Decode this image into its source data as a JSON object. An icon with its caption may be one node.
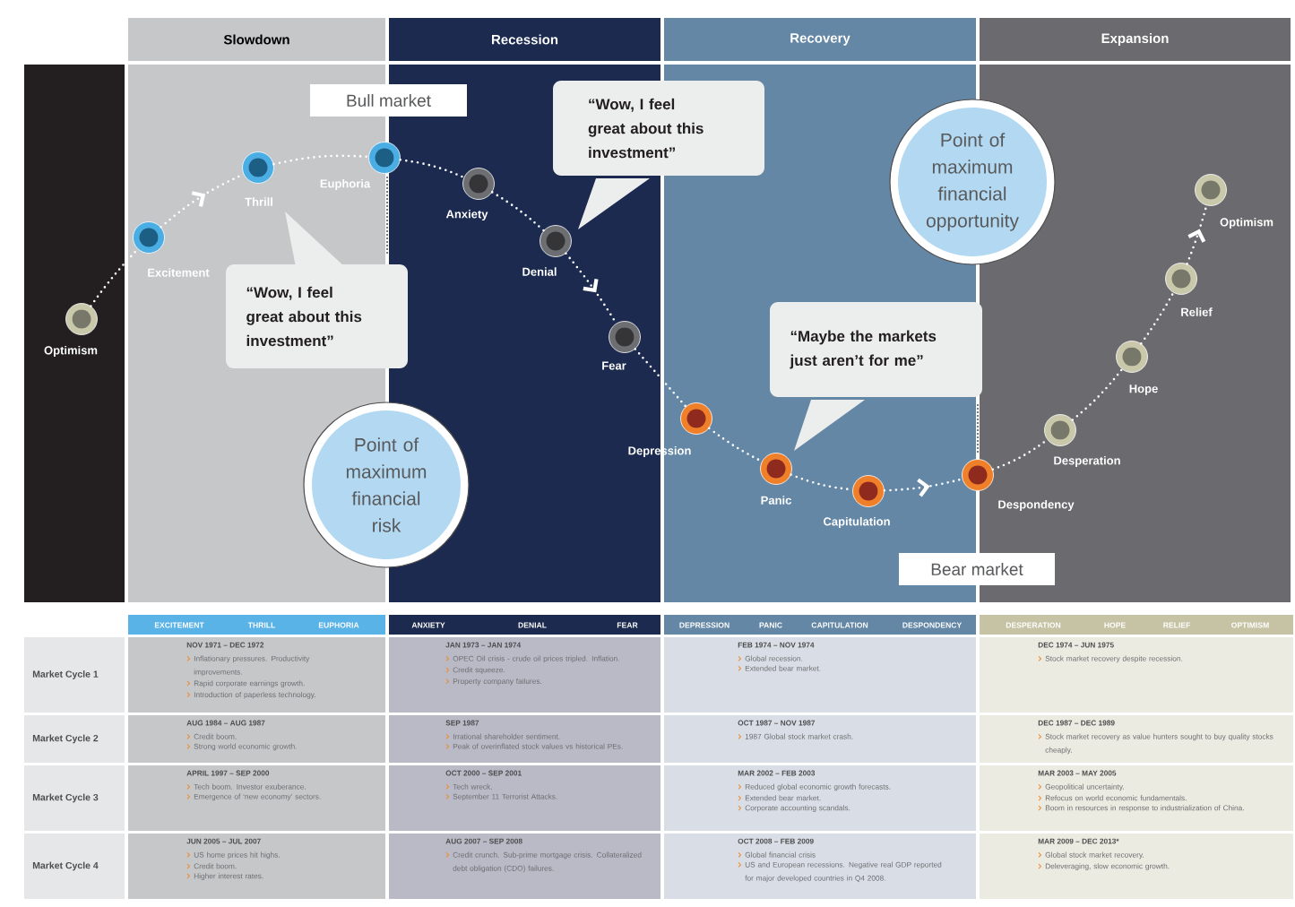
{
  "diagram": {
    "nodes": [
      {
        "text": [
          "Slowdown"
        ]
      },
      {
        "text": [
          "Recession"
        ]
      },
      {
        "text": [
          "Recovery"
        ]
      },
      {
        "text": [
          "Expansion"
        ]
      },
      {
        "text": [
          "Bull market"
        ]
      },
      {
        "text": [
          "“Wow, I feel great about this investment”"
        ]
      },
      {
        "text": [
          "“Wow, I feel great about this investment”"
        ]
      },
      {
        "text": [
          "Point of maximum financial risk"
        ]
      },
      {
        "text": [
          "Point of maximum financial opportunity"
        ]
      },
      {
        "text": [
          "“Maybe the markets just aren’t for me”"
        ]
      },
      {
        "text": [
          "Bear market"
        ]
      },
      {
        "text": [],
        "shape": "circle",
        "beside": [
          "Optimism"
        ]
      },
      {
        "text": [],
        "shape": "circle",
        "beside": [
          "Excitement"
        ]
      },
      {
        "text": [],
        "shape": "circle",
        "beside": [
          "Thrill"
        ]
      },
      {
        "text": [],
        "shape": "circle",
        "beside": [
          "Euphoria"
        ]
      },
      {
        "text": [],
        "shape": "circle",
        "beside": [
          "Anxiety"
        ]
      },
      {
        "text": [],
        "shape": "circle",
        "beside": [
          "Denial"
        ]
      },
      {
        "text": [],
        "shape": "circle",
        "beside": [
          "Fear"
        ]
      },
      {
        "text": [],
        "shape": "circle",
        "beside": [
          "Depression"
        ]
      },
      {
        "text": [],
        "shape": "circle",
        "beside": [
          "Panic"
        ]
      },
      {
        "text": [],
        "shape": "circle",
        "beside": [
          "Capitulation"
        ]
      },
      {
        "text": [],
        "shape": "circle",
        "beside": [
          "Despondency"
        ]
      },
      {
        "text": [],
        "shape": "circle",
        "beside": [
          "Desperation"
        ]
      },
      {
        "text": [],
        "shape": "circle",
        "beside": [
          "Hope"
        ]
      },
      {
        "text": [],
        "shape": "circle",
        "beside": [
          "Relief"
        ]
      },
      {
        "text": [],
        "shape": "circle",
        "beside": [
          "Optimism"
        ]
      }
    ],
    "edges": [
      {
        "from": 11,
        "to": 12,
        "arrow": "none"
      },
      {
        "from": 12,
        "to": 13,
        "arrow": "to"
      },
      {
        "from": 13,
        "to": 14,
        "arrow": "none"
      },
      {
        "from": 14,
        "to": 15,
        "arrow": "none"
      },
      {
        "from": 15,
        "to": 16,
        "arrow": "none"
      },
      {
        "from": 16,
        "to": 17,
        "arrow": "to"
      },
      {
        "from": 17,
        "to": 18,
        "arrow": "none"
      },
      {
        "from": 18,
        "to": 19,
        "arrow": "none"
      },
      {
        "from": 19,
        "to": 20,
        "arrow": "none"
      },
      {
        "from": 20,
        "to": 21,
        "arrow": "to"
      },
      {
        "from": 21,
        "to": 22,
        "arrow": "none"
      },
      {
        "from": 22,
        "to": 23,
        "arrow": "none"
      },
      {
        "from": 23,
        "to": 24,
        "arrow": "none"
      },
      {
        "from": 24,
        "to": 25,
        "arrow": "to"
      }
    ],
    "labels": [
      "EXCITEMENT",
      "THRILL",
      "EUPHORIA",
      "ANXIETY",
      "DENIAL",
      "FEAR",
      "DEPRESSION",
      "PANIC",
      "CAPITULATION",
      "DESPONDENCY",
      "DESPERATION",
      "HOPE",
      "RELIEF",
      "OPTIMISM",
      "Market Cycle 1",
      "NOV 1971 – DEC 1972",
      "Inflationary pressures. Productivity improvements.",
      "Rapid corporate earnings growth.",
      "Introduction of paperless technology.",
      "JAN 1973 – JAN 1974",
      "OPEC Oil crisis - crude oil prices tripled. Inflation.",
      "Credit squeeze.",
      "Property company failures.",
      "FEB 1974 – NOV 1974",
      "Global recession.",
      "Extended bear market.",
      "DEC 1974 – JUN 1975",
      "Stock market recovery despite recession.",
      "Market Cycle 2",
      "AUG 1984 – AUG 1987",
      "Credit boom.",
      "Strong world economic growth.",
      "SEP 1987",
      "Irrational shareholder sentiment.",
      "Peak of overinflated stock values vs historical PEs.",
      "OCT 1987 – NOV 1987",
      "1987 Global stock market crash.",
      "DEC 1987 – DEC 1989",
      "Stock market recovery as value hunters sought to buy quality stocks cheaply.",
      "Market Cycle 3",
      "APRIL 1997 – SEP 2000",
      "Tech boom. Investor exuberance.",
      "Emergence of ‘new economy’ sectors.",
      "OCT 2000 – SEP 2001",
      "Tech wreck.",
      "September 11 Terrorist Attacks.",
      "MAR 2002 – FEB 2003",
      "Reduced global economic growth forecasts.",
      "Extended bear market.",
      "Corporate accounting scandals.",
      "MAR 2003 – MAY 2005",
      "Geopolitical uncertainty.",
      "Refocus on world economic fundamentals.",
      "Boom in resources in response to industrialization of China.",
      "Market Cycle 4",
      "JUN 2005 – JUL 2007",
      "US home prices hit highs.",
      "Credit boom.",
      "Higher interest rates.",
      "AUG 2007 – SEP 2008",
      "Credit crunch. Sub-prime mortgage crisis. Collateralized debt obligation (CDO) failures.",
      "OCT 2008 – FEB 2009",
      "Global financial crisis",
      "US and European recessions. Negative real GDP reported for major developed countries in Q4 2008.",
      "MAR 2009 – DEC 2013*",
      "Global stock market recovery.",
      "Deleveraging, slow economic growth."
    ]
  }
}
